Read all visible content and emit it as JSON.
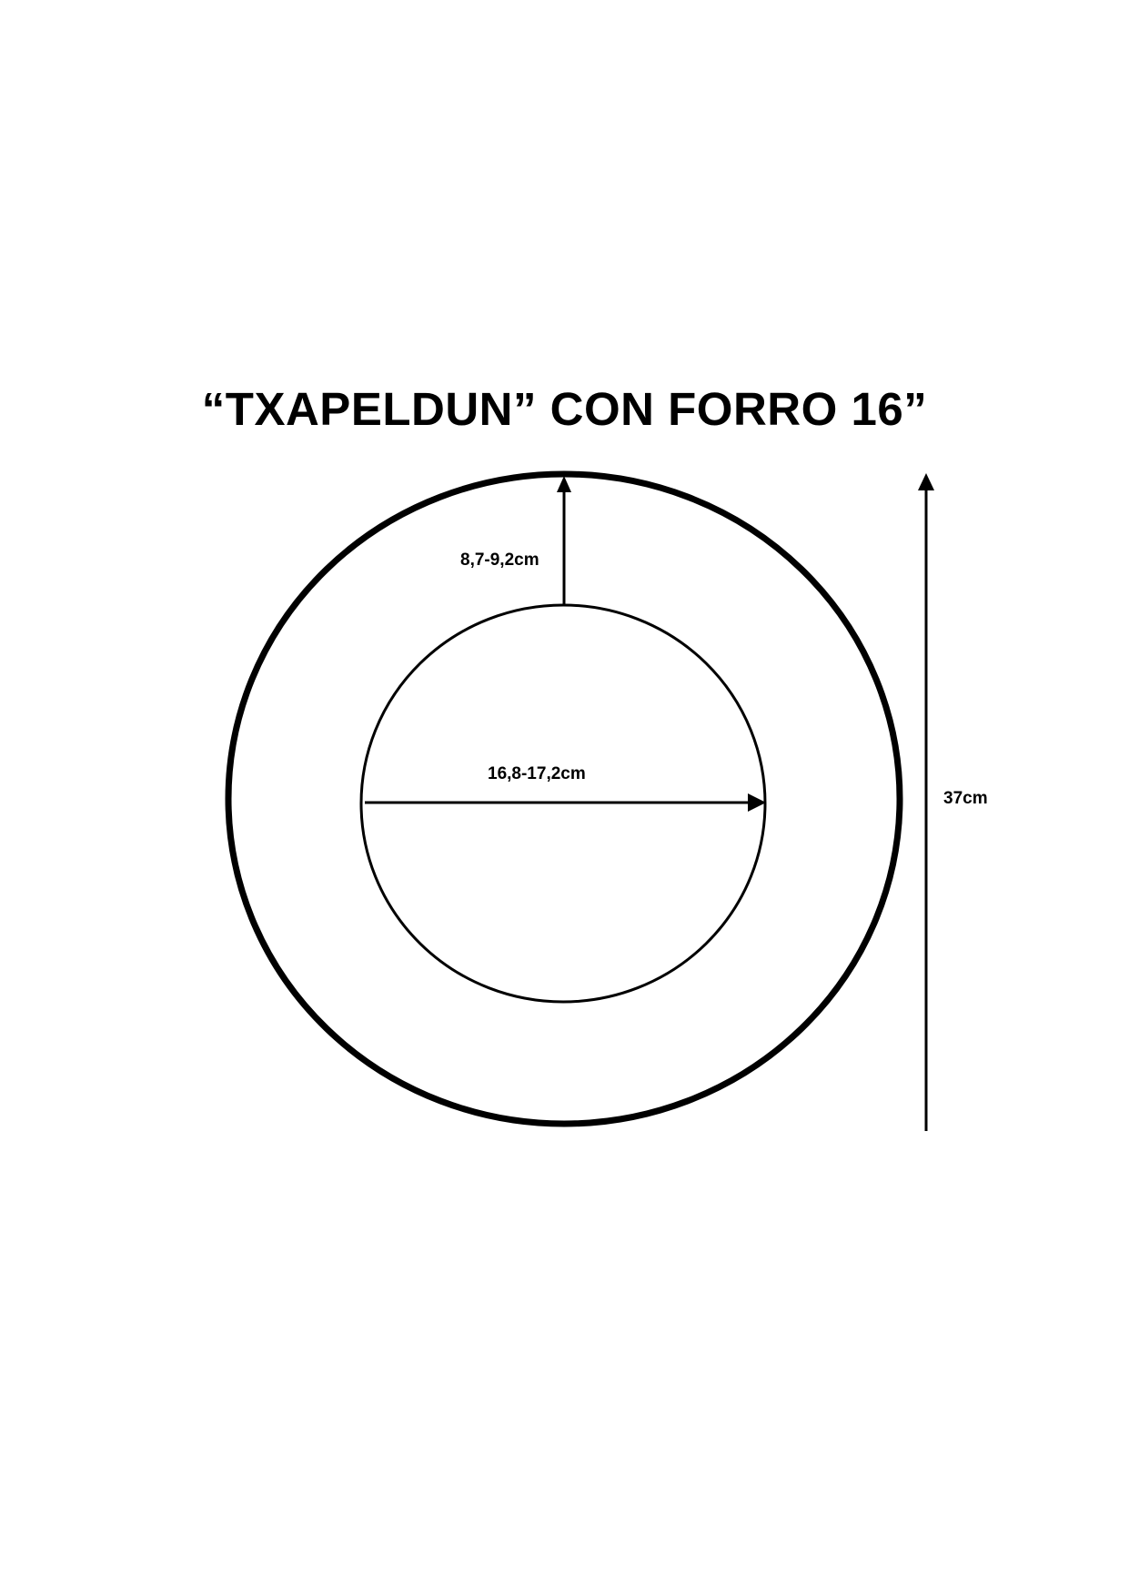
{
  "title": "“TXAPELDUN” CON FORRO 16”",
  "dimensions": {
    "ring_width": "8,7-9,2cm",
    "inner_diameter": "16,8-17,2cm",
    "outer_diameter": "37cm"
  },
  "colors": {
    "stroke": "#000000",
    "background": "#ffffff"
  }
}
